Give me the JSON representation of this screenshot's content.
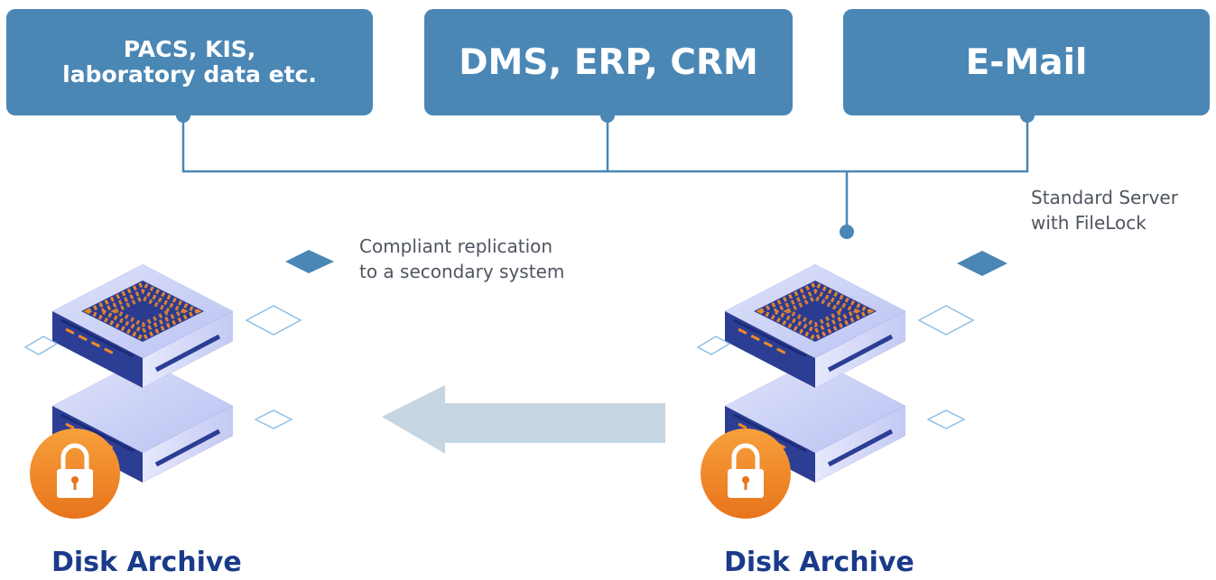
{
  "sources": {
    "box_1_lines": [
      "PACS, KIS,",
      "laboratory data etc."
    ],
    "box_2": "DMS, ERP, CRM",
    "box_3": "E-Mail"
  },
  "labels": {
    "replication_lines": [
      "Compliant replication",
      "to a secondary system"
    ],
    "server_lines": [
      "Standard Server",
      "with FileLock"
    ]
  },
  "archives": {
    "left_title": "Disk Archive",
    "right_title": "Disk Archive"
  },
  "colors": {
    "box": "#4a87b5",
    "connector": "#4a87b5",
    "arrow": "#c5d5e2",
    "title": "#1a3a8a",
    "lock": "#f08a2a",
    "server_top": "#c7cef7",
    "server_dark": "#2c3e93",
    "led": "#f08a2a"
  },
  "icons": {
    "lock": "padlock-icon",
    "server": "server-stack-icon",
    "arrow": "left-arrow-icon"
  }
}
